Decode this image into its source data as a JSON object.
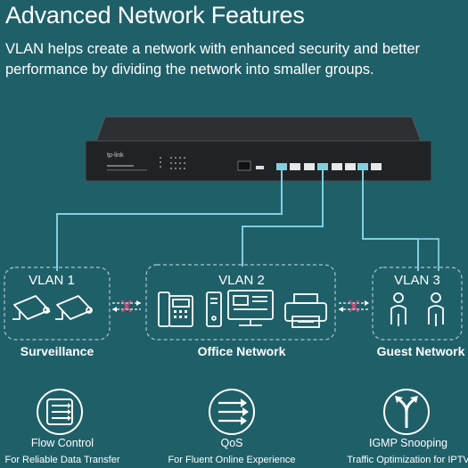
{
  "header": {
    "title": "Advanced Network Features",
    "subtitle": "VLAN helps create a network with enhanced security and better performance by dividing the network into smaller groups."
  },
  "switch": {
    "brand": "tp-link"
  },
  "vlans": [
    {
      "label": "VLAN 1",
      "group": "Surveillance",
      "icons": [
        "camera-icon",
        "camera-icon"
      ]
    },
    {
      "label": "VLAN 2",
      "group": "Office Network",
      "icons": [
        "ip-phone-icon",
        "desktop-tower-icon",
        "monitor-icon",
        "printer-icon"
      ]
    },
    {
      "label": "VLAN 3",
      "group": "Guest Network",
      "icons": [
        "person-icon",
        "person-icon"
      ]
    }
  ],
  "features": [
    {
      "title": "Flow Control",
      "subtitle": "For Reliable Data Transfer",
      "icon": "flow-control-icon"
    },
    {
      "title": "QoS",
      "subtitle": "For Fluent Online Experience",
      "icon": "qos-icon"
    },
    {
      "title": "IGMP Snooping",
      "subtitle": "Traffic Optimization for IPTV",
      "icon": "igmp-snooping-icon"
    }
  ],
  "colors": {
    "background": "#1f5f68",
    "link_line": "#7fd0df",
    "blocked_x": "#d14b7a"
  }
}
